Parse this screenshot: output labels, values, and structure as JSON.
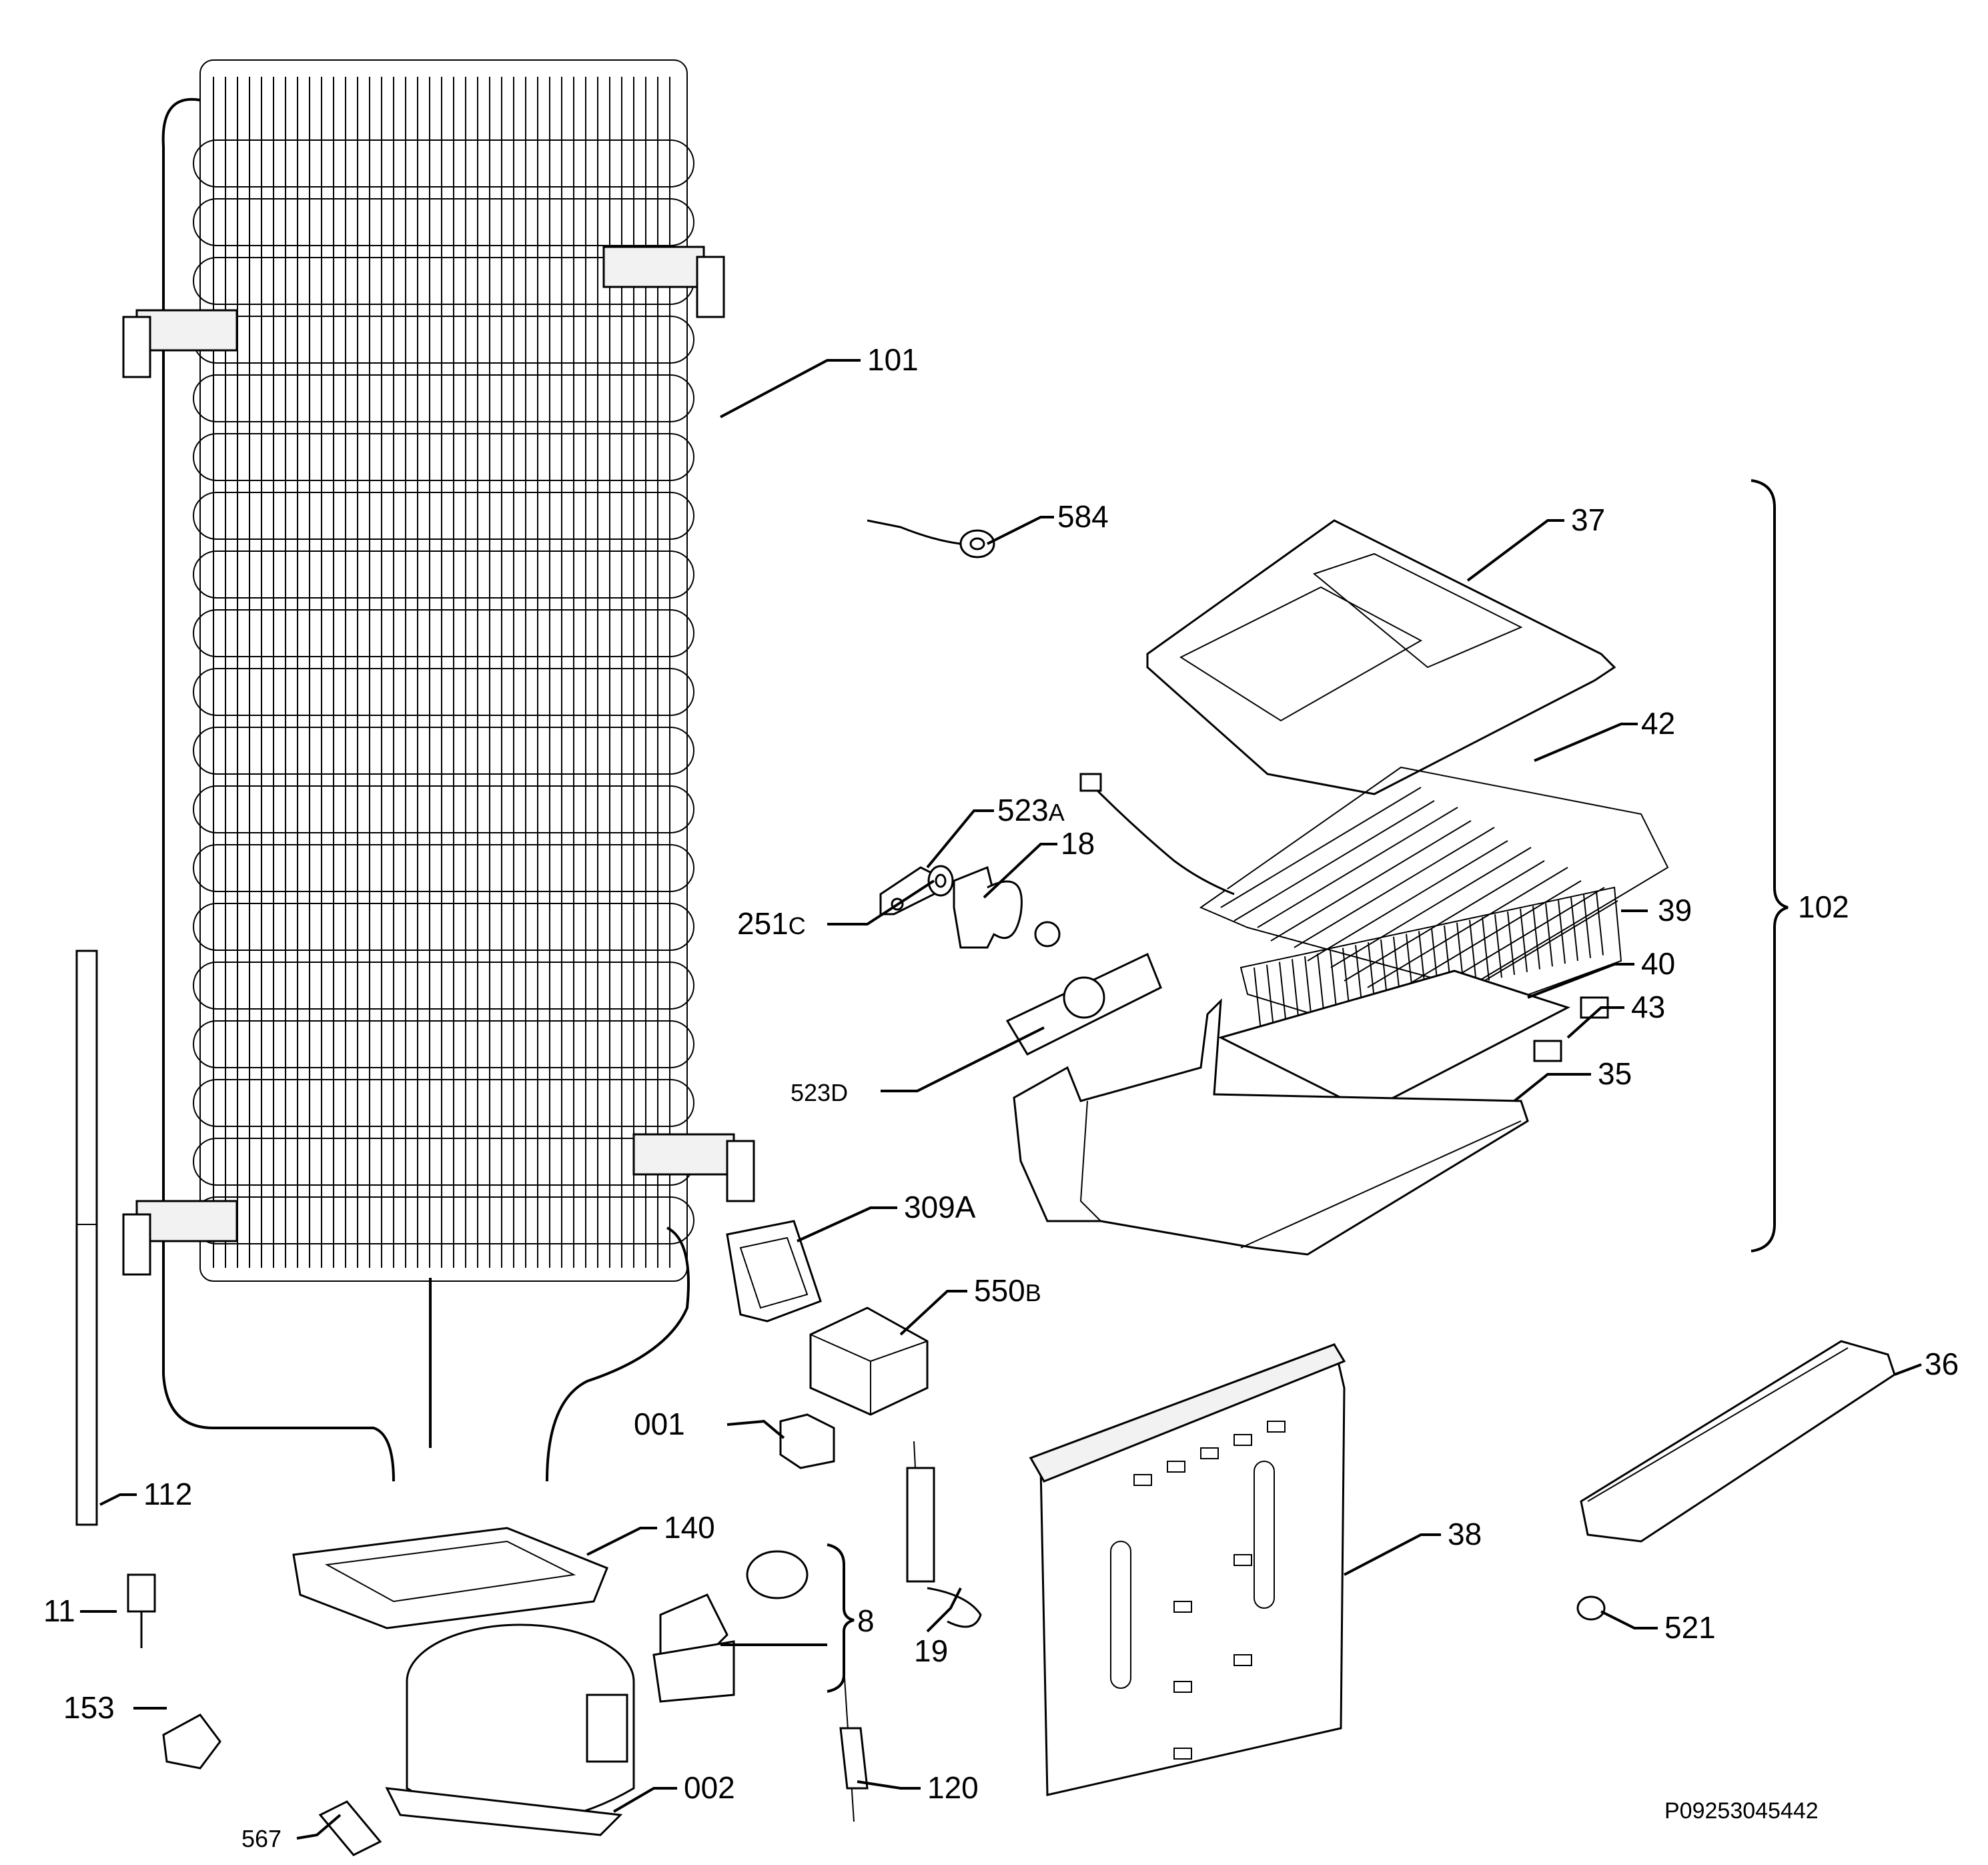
{
  "labels": {
    "p101": "101",
    "p584": "584",
    "p37": "37",
    "p42": "42",
    "p523a": "523",
    "p523a_suffix": "A",
    "p18": "18",
    "p251c": "251",
    "p251c_suffix": "C",
    "p102": "102",
    "p39": "39",
    "p40": "40",
    "p43": "43",
    "p523d": "523D",
    "p35": "35",
    "p309a": "309A",
    "p550b": "550",
    "p550b_suffix": "B",
    "p001": "001",
    "p36": "36",
    "p112": "112",
    "p140": "140",
    "p38": "38",
    "p11": "11",
    "p8": "8",
    "p521": "521",
    "p19": "19",
    "p153": "153",
    "p002": "002",
    "p120": "120",
    "p567": "567",
    "code": "P09253045442"
  }
}
